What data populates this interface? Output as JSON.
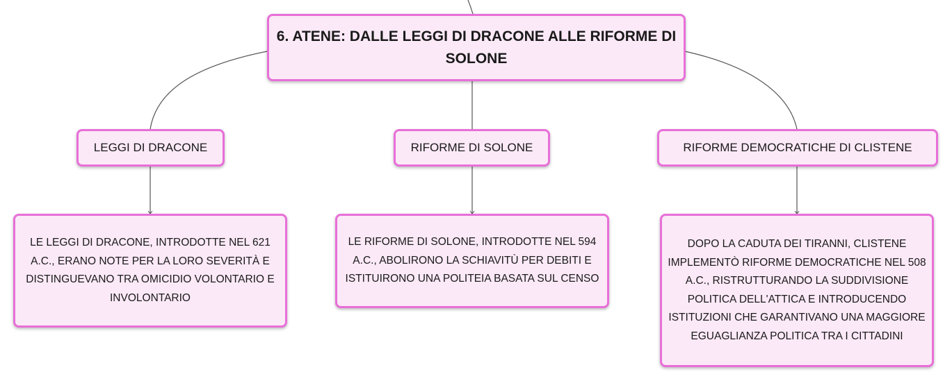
{
  "mindmap": {
    "root": {
      "title": "6. ATENE: DALLE LEGGI DI DRACONE ALLE RIFORME DI SOLONE"
    },
    "branches": [
      {
        "label": "LEGGI DI DRACONE",
        "detail": "LE LEGGI DI DRACONE, INTRODOTTE NEL 621 A.C., ERANO NOTE PER LA LORO SEVERITÀ E DISTINGUEVANO TRA OMICIDIO VOLONTARIO E INVOLONTARIO"
      },
      {
        "label": "RIFORME DI SOLONE",
        "detail": "LE RIFORME DI SOLONE, INTRODOTTE NEL 594 A.C., ABOLIRONO LA SCHIAVITÙ PER DEBITI E ISTITUIRONO UNA POLITEIA BASATA SUL CENSO"
      },
      {
        "label": "RIFORME DEMOCRATICHE DI CLISTENE",
        "detail": "DOPO LA CADUTA DEI TIRANNI, CLISTENE IMPLEMENTÒ RIFORME DEMOCRATICHE NEL 508 A.C., RISTRUTTURANDO LA SUDDIVISIONE POLITICA DELL'ATTICA E INTRODUCENDO ISTITUZIONI CHE GARANTIVANO UNA MAGGIORE EGUAGLIANZA POLITICA TRA I CITTADINI"
      }
    ],
    "colors": {
      "node_fill": "#fbe9f7",
      "node_border": "#e86fd8",
      "connector": "#555555"
    }
  }
}
